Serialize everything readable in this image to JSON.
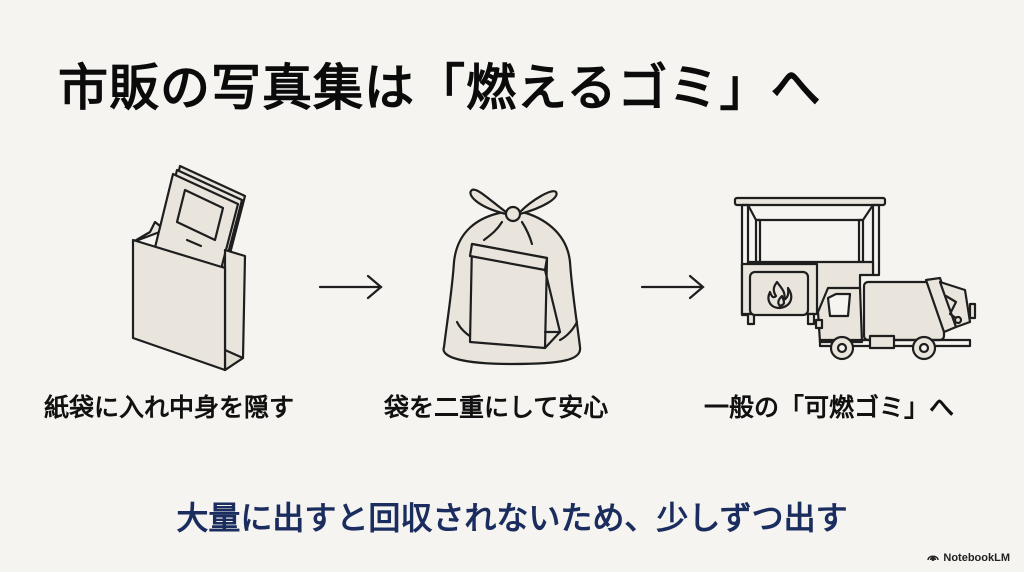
{
  "slide": {
    "title": "市販の写真集は「燃えるゴミ」へ",
    "steps": [
      {
        "label": "紙袋に入れ中身を隠す",
        "icon": "paper-bag-with-photobook-icon"
      },
      {
        "label": "袋を二重にして安心",
        "icon": "tied-garbage-bag-icon"
      },
      {
        "label": "一般の「可燃ゴミ」へ",
        "icon": "garbage-station-truck-icon"
      }
    ],
    "arrows": [
      "arrow-right-icon",
      "arrow-right-icon"
    ],
    "note": "大量に出すと回収されないため、少しずつ出す"
  },
  "brand": {
    "label": "NotebookLM",
    "icon": "notebooklm-logo-icon"
  },
  "colors": {
    "background": "#f5f4f0",
    "title": "#0b0b0b",
    "note": "#1b2d5e",
    "illustration_fill": "#e9e5dd",
    "illustration_stroke": "#1e1e1e"
  }
}
